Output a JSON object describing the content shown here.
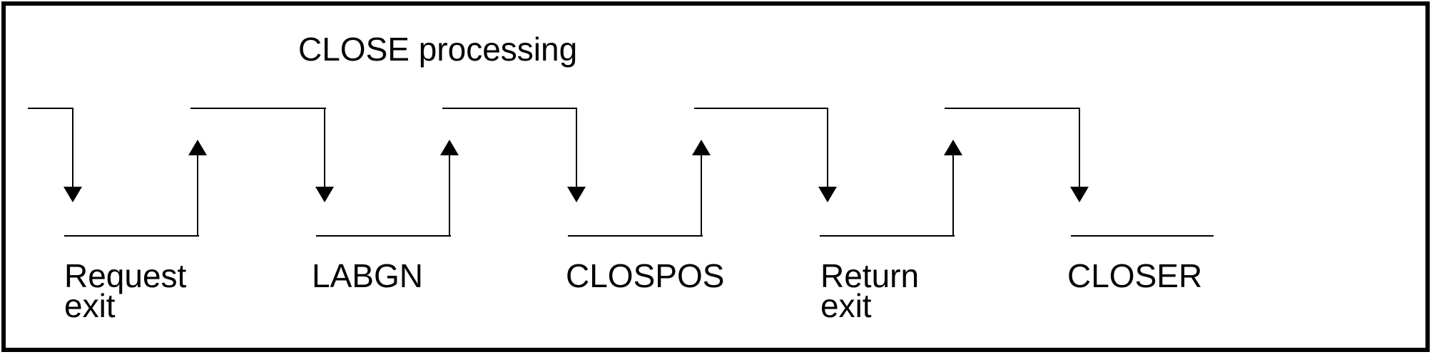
{
  "diagram": {
    "title": "CLOSE processing",
    "line_color": "#000000",
    "steps": [
      {
        "id": "request-exit",
        "label": "Request\nexit",
        "down_arrow": true,
        "up_arrow": true
      },
      {
        "id": "labgn",
        "label": "LABGN",
        "down_arrow": true,
        "up_arrow": true
      },
      {
        "id": "clospos",
        "label": "CLOSPOS",
        "down_arrow": true,
        "up_arrow": true
      },
      {
        "id": "return-exit",
        "label": "Return\nexit",
        "down_arrow": true,
        "up_arrow": true
      },
      {
        "id": "closer",
        "label": "CLOSER",
        "down_arrow": true,
        "up_arrow": false
      }
    ]
  }
}
